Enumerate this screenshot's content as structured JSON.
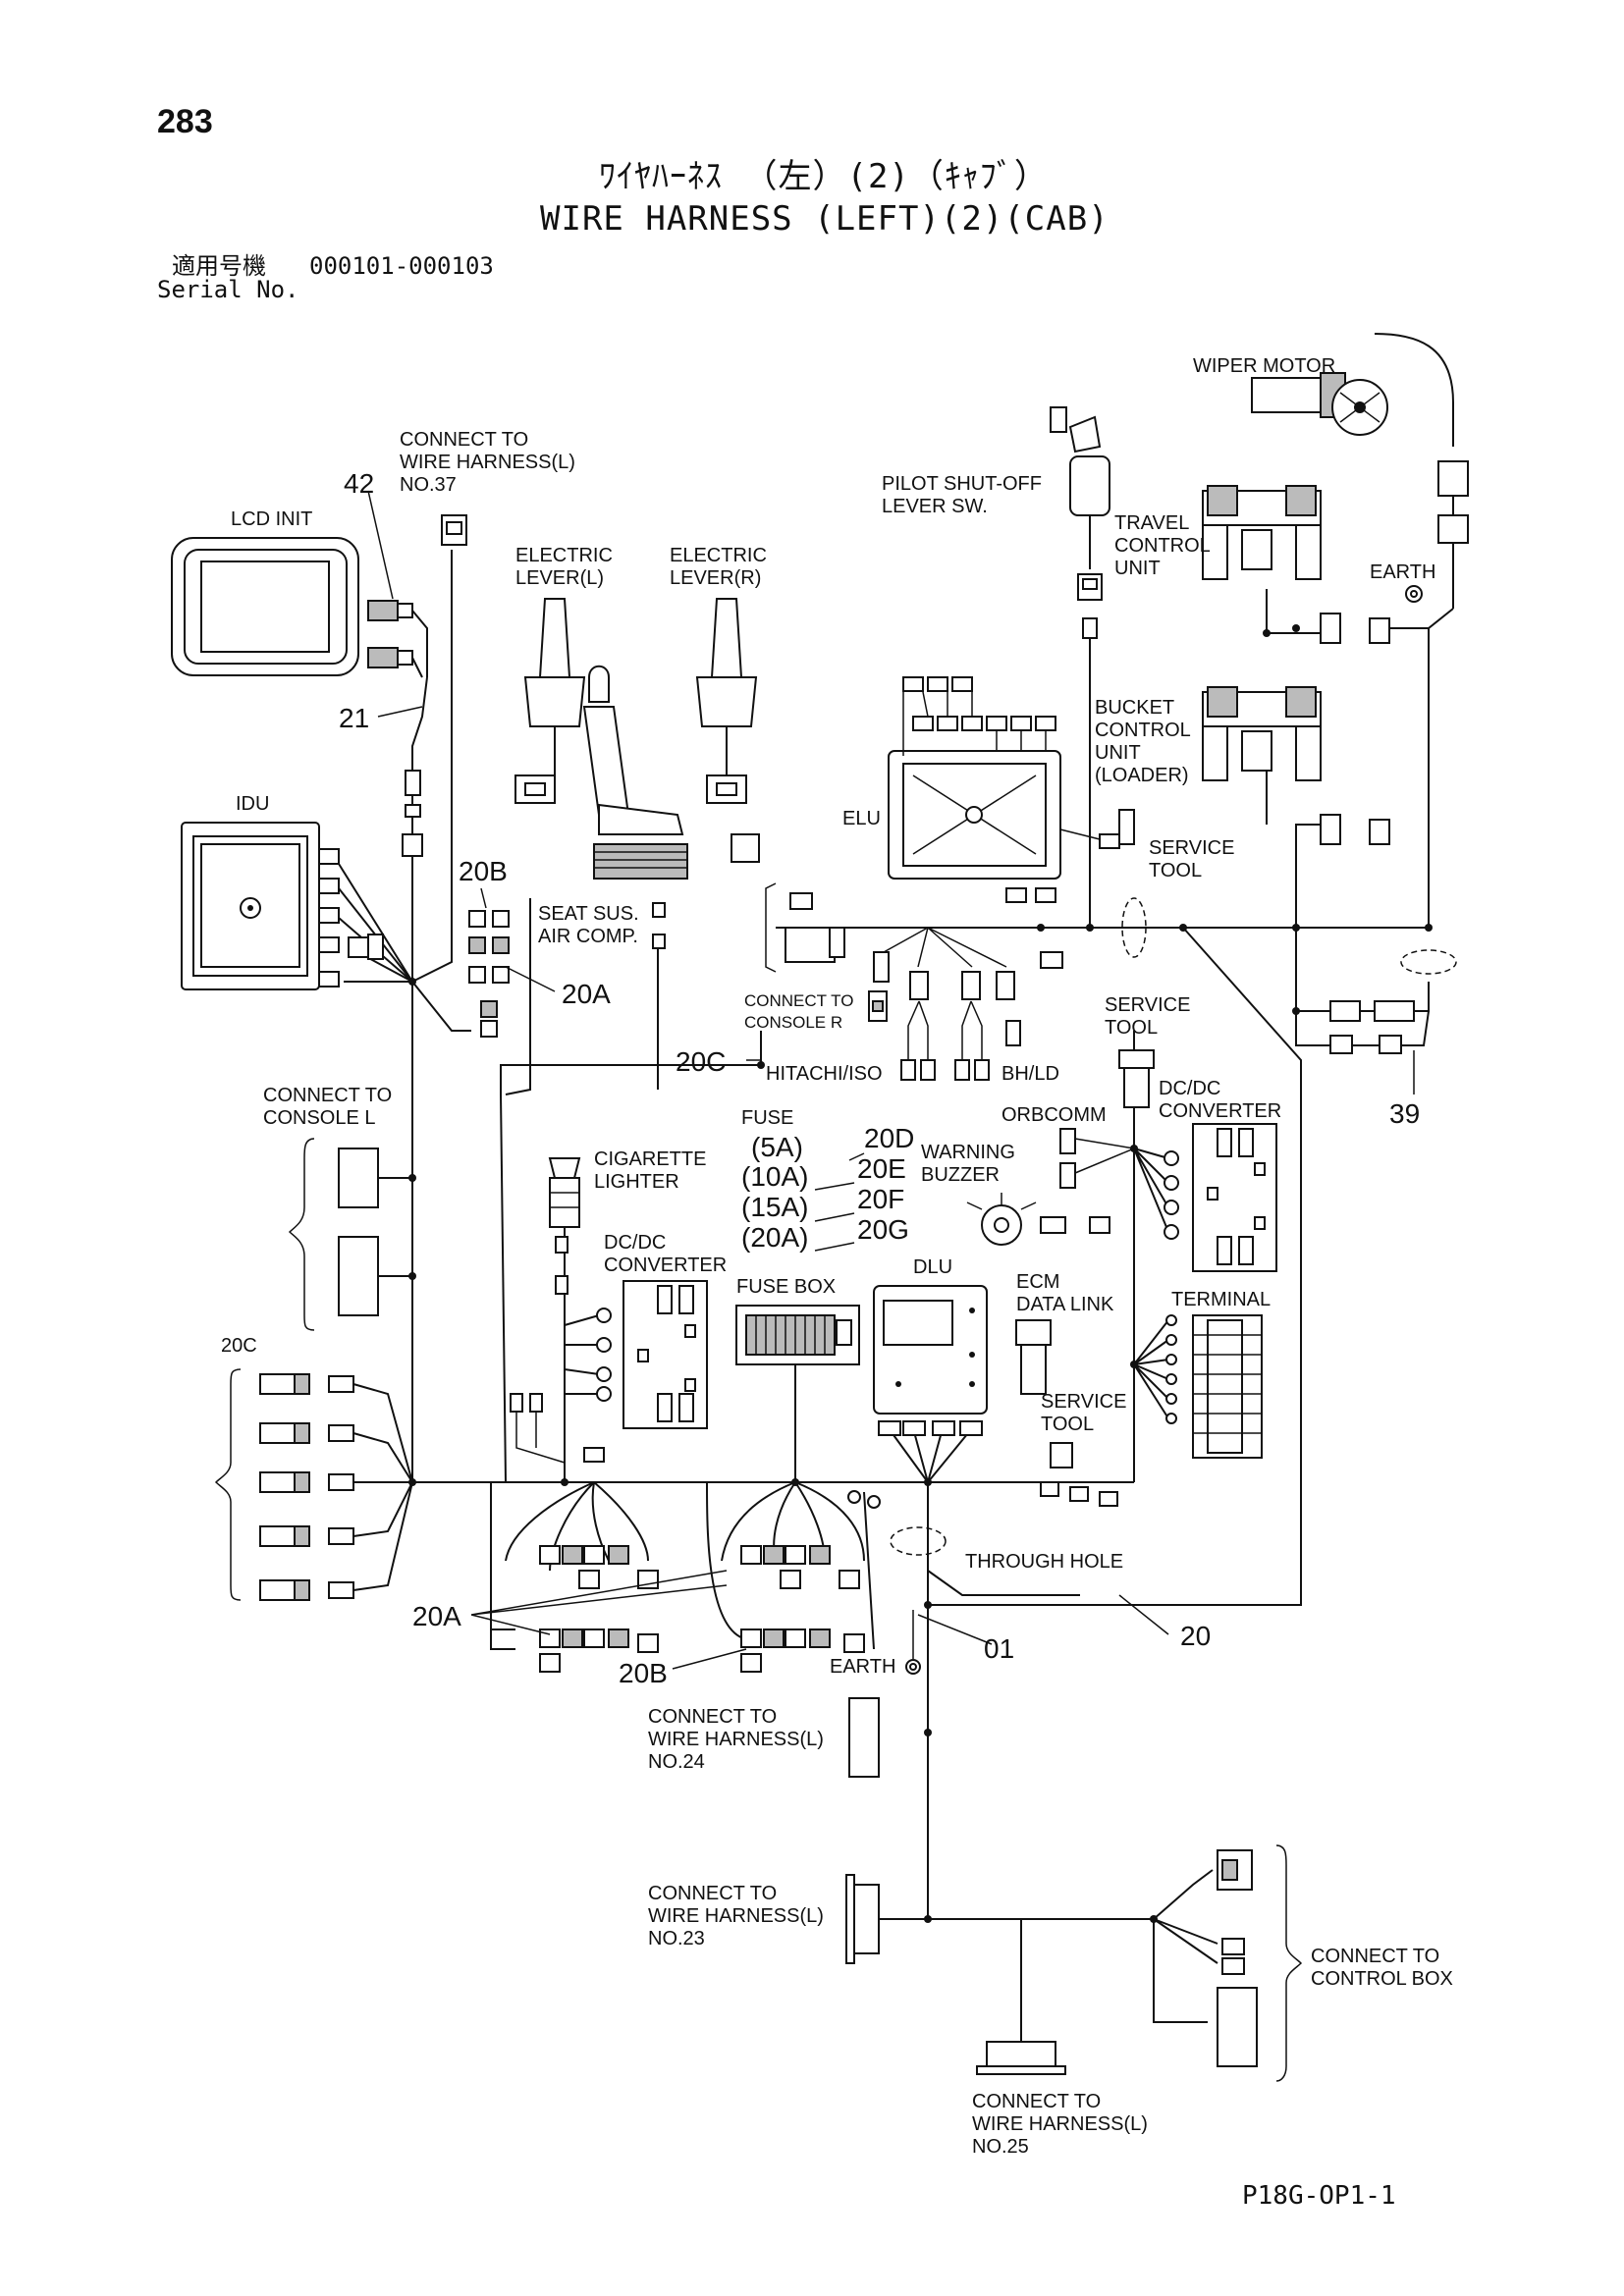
{
  "page_number": "283",
  "title_jp": "ﾜｲﾔﾊｰﾈｽ （左）(2)（ｷｬﾌﾞ）",
  "title_en": "WIRE HARNESS (LEFT)(2)(CAB)",
  "serial": {
    "label_jp": "適用号機",
    "range": "000101-000103",
    "label_en": "Serial No."
  },
  "labels": {
    "wiper_motor": "WIPER MOTOR",
    "connect_to": "CONNECT TO",
    "wire_harness_l": "WIRE HARNESS(L)",
    "no37": "NO.37",
    "no24": "NO.24",
    "no23": "NO.23",
    "no25": "NO.25",
    "lcd_init": "LCD INIT",
    "electric_lever_l_1": "ELECTRIC",
    "electric_lever_l_2": "LEVER(L)",
    "electric_lever_r_1": "ELECTRIC",
    "electric_lever_r_2": "LEVER(R)",
    "pilot_1": "PILOT SHUT-OFF",
    "pilot_2": "LEVER SW.",
    "travel_1": "TRAVEL",
    "travel_2": "CONTROL",
    "travel_3": "UNIT",
    "earth": "EARTH",
    "bucket_1": "BUCKET",
    "bucket_2": "CONTROL",
    "bucket_3": "UNIT",
    "bucket_4": "(LOADER)",
    "idu": "IDU",
    "elu": "ELU",
    "service_1": "SERVICE",
    "service_2": "TOOL",
    "seat_1": "SEAT SUS.",
    "seat_2": "AIR COMP.",
    "console_r": "CONSOLE R",
    "hitachi_iso": "HITACHI/ISO",
    "bh_ld": "BH/LD",
    "console_l": "CONSOLE L",
    "fuse": "FUSE",
    "cig_1": "CIGARETTE",
    "cig_2": "LIGHTER",
    "warning_1": "WARNING",
    "warning_2": "BUZZER",
    "orbcomm": "ORBCOMM",
    "dcdc_1": "DC/DC",
    "dcdc_2": "CONVERTER",
    "fuse_box": "FUSE BOX",
    "dlu": "DLU",
    "ecm_1": "ECM",
    "ecm_2": "DATA LINK",
    "terminal": "TERMINAL",
    "through_hole": "THROUGH HOLE",
    "control_box": "CONTROL BOX"
  },
  "fuses": [
    {
      "rating": "(5A)",
      "code": "20D"
    },
    {
      "rating": "(10A)",
      "code": "20E"
    },
    {
      "rating": "(15A)",
      "code": "20F"
    },
    {
      "rating": "(20A)",
      "code": "20G"
    }
  ],
  "callouts": {
    "c42": "42",
    "c21": "21",
    "c20b": "20B",
    "c20a": "20A",
    "c20c": "20C",
    "c39": "39",
    "c01": "01",
    "c20": "20"
  },
  "footer_code": "P18G-OP1-1"
}
